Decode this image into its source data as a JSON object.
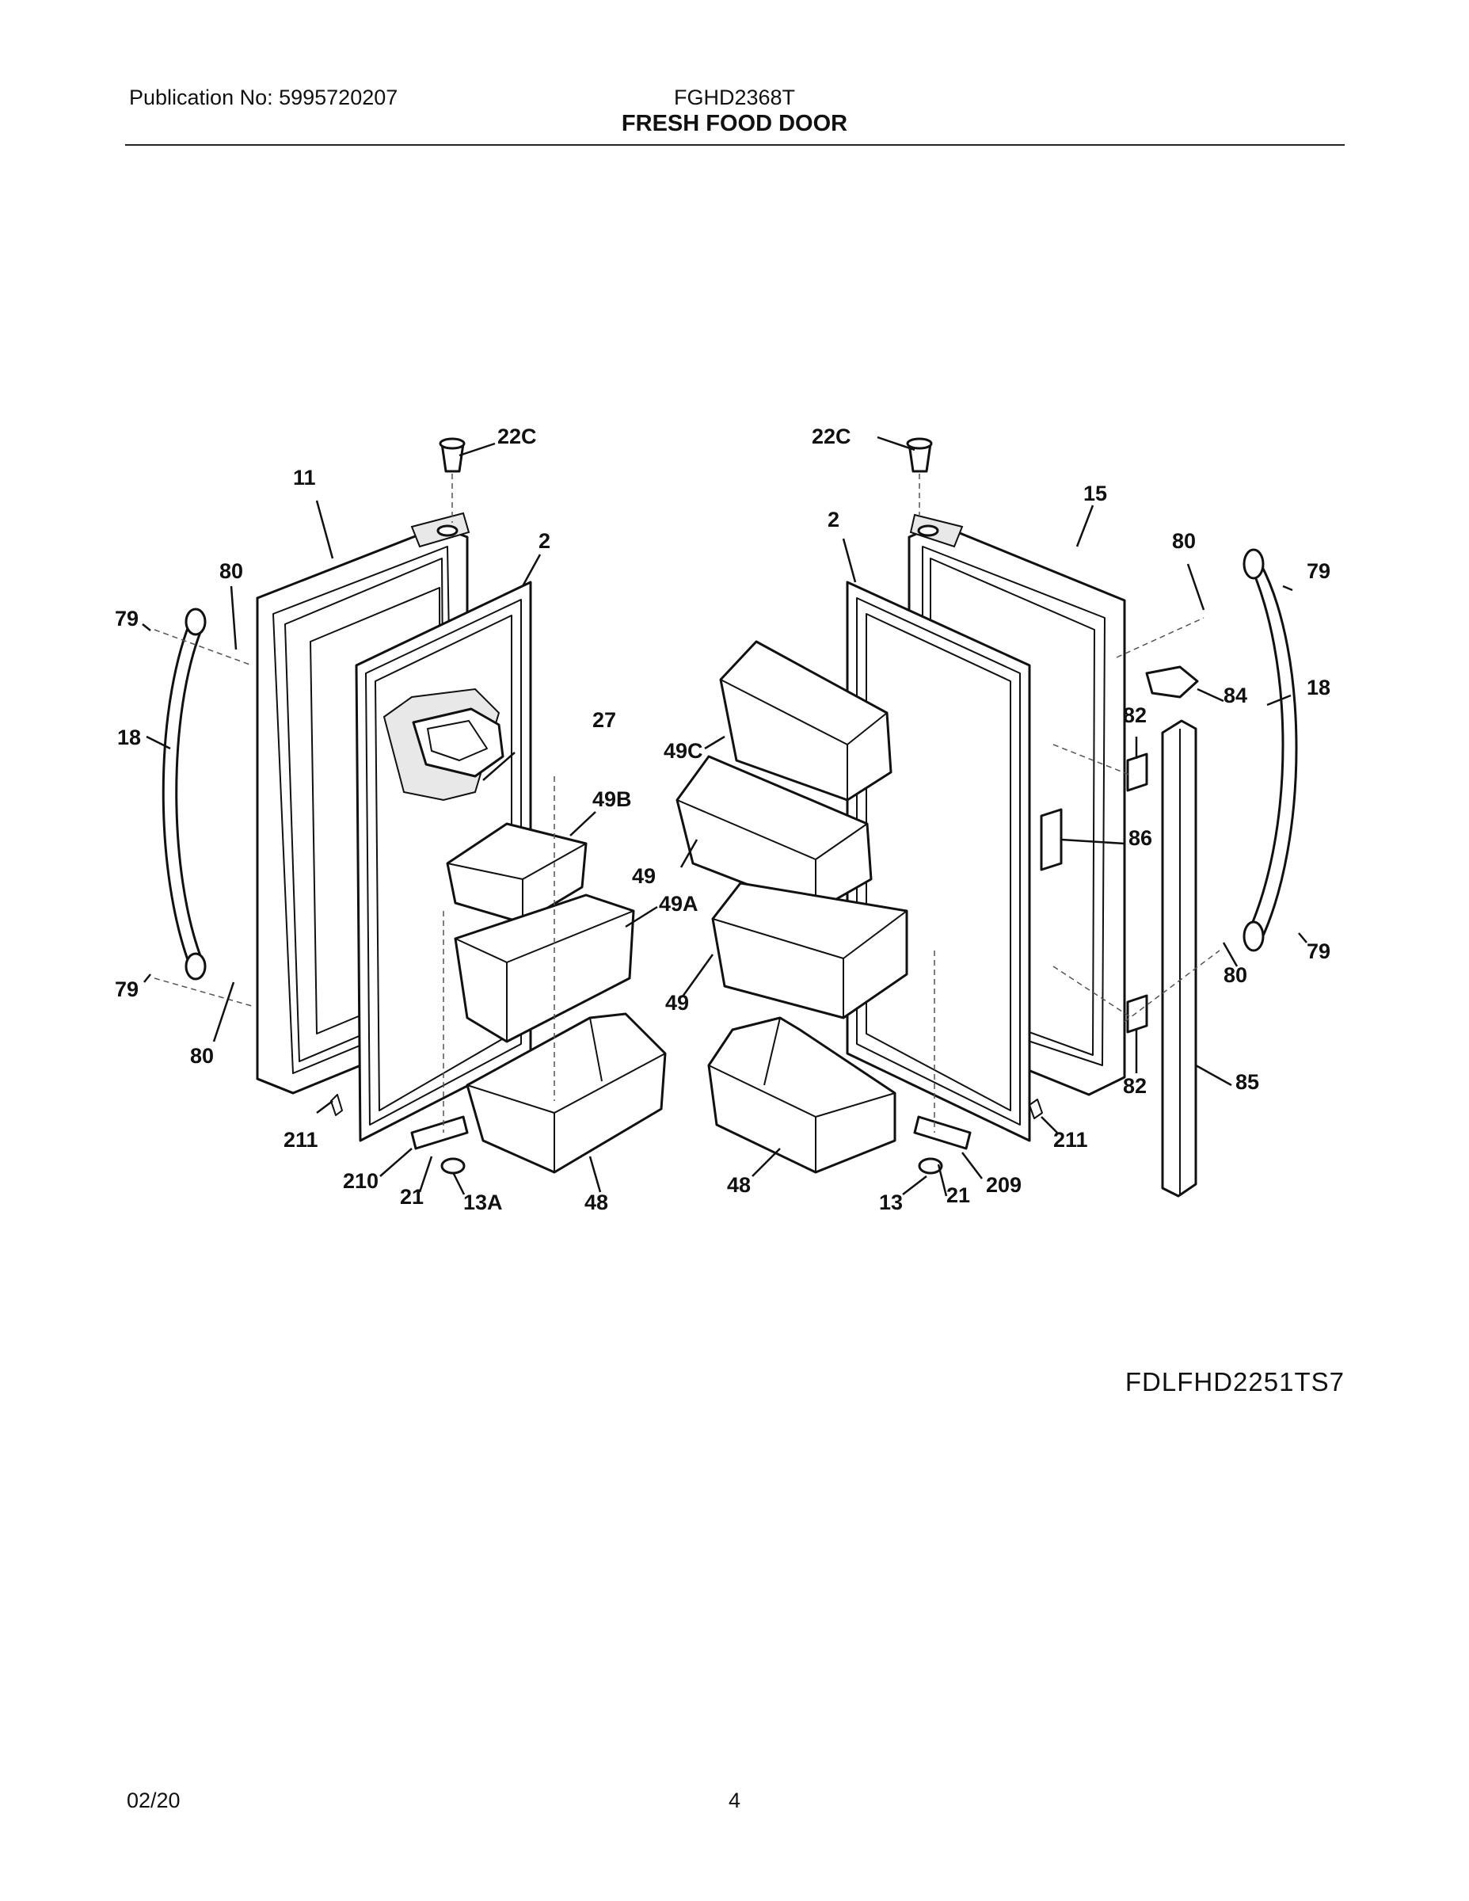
{
  "header": {
    "publication": "Publication No: 5995720207",
    "model": "FGHD2368T",
    "section": "FRESH FOOD DOOR"
  },
  "figure_code": "FDLFHD2251TS7",
  "footer": {
    "date": "02/20",
    "page": "4"
  },
  "callouts": {
    "c_22c_l": "22C",
    "c_11": "11",
    "c_2_l": "2",
    "c_80_tl": "80",
    "c_79_tl": "79",
    "c_18_l": "18",
    "c_27": "27",
    "c_49b": "49B",
    "c_49a": "49A",
    "c_79_bl": "79",
    "c_80_bl": "80",
    "c_211_l": "211",
    "c_210": "210",
    "c_21_l": "21",
    "c_13a": "13A",
    "c_48_l": "48",
    "c_22c_r": "22C",
    "c_2_r": "2",
    "c_15": "15",
    "c_80_tr": "80",
    "c_79_tr": "79",
    "c_18_r": "18",
    "c_84": "84",
    "c_82_t": "82",
    "c_49c": "49C",
    "c_49_u": "49",
    "c_86": "86",
    "c_49_l": "49",
    "c_79_br": "79",
    "c_80_br": "80",
    "c_82_b": "82",
    "c_85": "85",
    "c_48_r": "48",
    "c_211_r": "211",
    "c_209": "209",
    "c_13": "13",
    "c_21_r": "21"
  }
}
